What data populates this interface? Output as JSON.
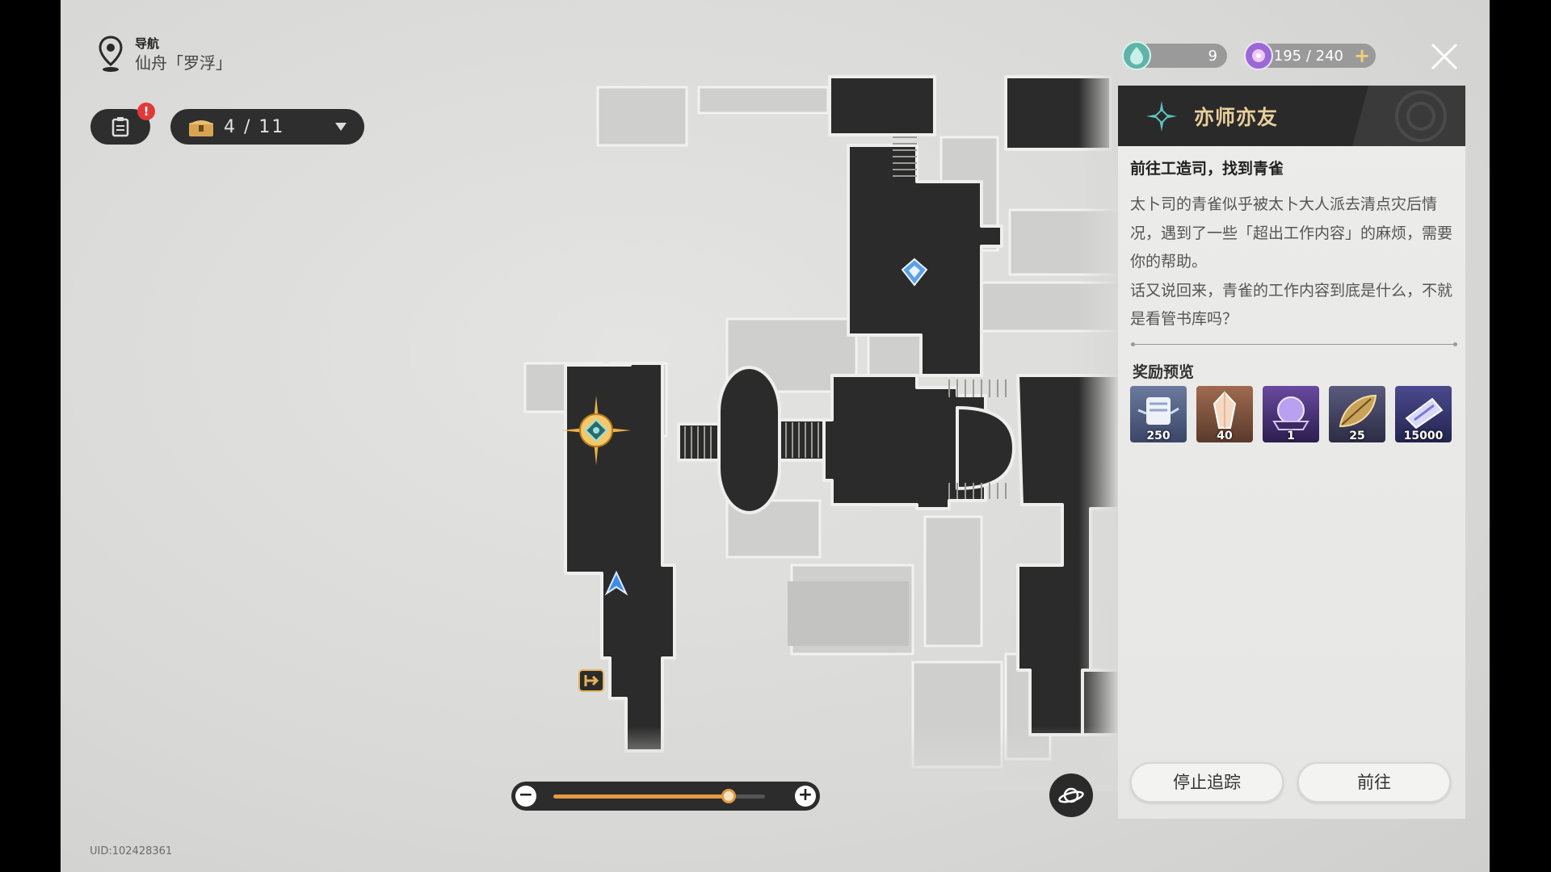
{
  "navigation": {
    "label": "导航",
    "location": "仙舟「罗浮」"
  },
  "quest_log": {
    "alert": "!"
  },
  "chests": {
    "count": "4 / 11"
  },
  "resources": {
    "fuel": {
      "value": "9"
    },
    "stamina": {
      "value": "195 / 240",
      "plus": "+"
    }
  },
  "zoom": {
    "minus": "−",
    "plus": "+",
    "level": 0.83
  },
  "uid": "UID:102428361",
  "quest": {
    "title": "亦师亦友",
    "objective": "前往工造司，找到青雀",
    "description": [
      "太卜司的青雀似乎被太卜大人派去清点灾后情况，遇到了一些「超出工作内容」的麻烦，需要你的帮助。",
      "话又说回来，青雀的工作内容到底是什么，不就是看管书库吗？"
    ],
    "rewards_title": "奖励预览",
    "rewards": [
      {
        "qty": "250",
        "icon": "jade-icon",
        "bg": "#4a5a7a"
      },
      {
        "qty": "40",
        "icon": "crystal-icon",
        "bg": "#7a4e3a"
      },
      {
        "qty": "1",
        "icon": "orb-icon",
        "bg": "#3a2a5e"
      },
      {
        "qty": "25",
        "icon": "leaf-icon",
        "bg": "#3a3a5a"
      },
      {
        "qty": "15000",
        "icon": "credit-icon",
        "bg": "#3a3a6a"
      }
    ],
    "stop_tracking": "停止追踪",
    "go": "前往"
  },
  "colors": {
    "accent": "#e39b43",
    "title_gold": "#e9cf9c",
    "map_dark": "#2b2b2b"
  }
}
